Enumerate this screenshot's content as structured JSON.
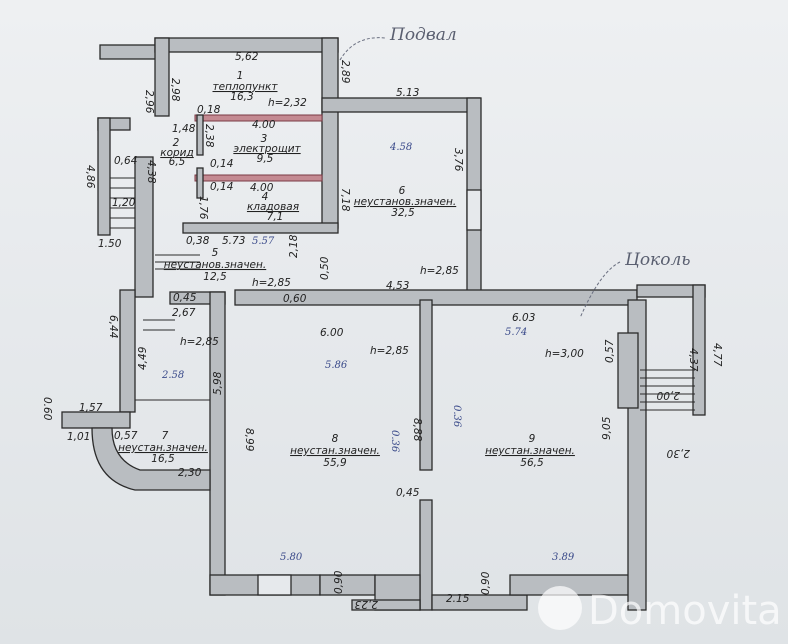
{
  "rooms": [
    {
      "number": "1",
      "name": "теплопункт",
      "area": "16,3"
    },
    {
      "number": "2",
      "name": "корид",
      "area": "6,5"
    },
    {
      "number": "3",
      "name": "электрощит",
      "area": "9,5"
    },
    {
      "number": "4",
      "name": "кладовая",
      "area": "7,1"
    },
    {
      "number": "5",
      "name": "неустанов.значен.",
      "area": "12,5"
    },
    {
      "number": "6",
      "name": "неустанов.значен.",
      "area": "32,5"
    },
    {
      "number": "7",
      "name": "неустан.значен.",
      "area": "16,5"
    },
    {
      "number": "8",
      "name": "неустан.значен.",
      "area": "55,9"
    },
    {
      "number": "9",
      "name": "неустан.значен.",
      "area": "56,5"
    }
  ],
  "heights": [
    "h=2,32",
    "h=2,85",
    "h=2,85",
    "h=2,85",
    "h=2,85",
    "h=3,00"
  ],
  "dimensions": [
    "5,62",
    "2,96",
    "2,98",
    "2,89",
    "5.13",
    "0,18",
    "1,48",
    "4.00",
    "2,38",
    "0,14",
    "0,14",
    "4.00",
    "0,64",
    "4,38",
    "4,86",
    "1,76",
    "7,18",
    "3,76",
    "1,20",
    "1.50",
    "0,38",
    "5.73",
    "2,18",
    "0,50",
    "4,53",
    "0,45",
    "2,67",
    "0,60",
    "6,44",
    "4,49",
    "5,98",
    "6.00",
    "0.60",
    "1,57",
    "1,01",
    "0,57",
    "8,99",
    "2,30",
    "8,88",
    "0,45",
    "0,90",
    "2,23",
    "6.03",
    "0,57",
    "4,37",
    "4,77",
    "2,00",
    "9,05",
    "2,30",
    "2.15",
    "0,90"
  ],
  "annotations": {
    "handwritten_top": "Подвал",
    "handwritten_right": "Цоколь",
    "marks": [
      "4.58",
      "5.57",
      "5.86",
      "5.80",
      "2.58",
      "3.89",
      "5.74",
      "0.36",
      "0.36"
    ]
  },
  "watermark": "Domovita"
}
